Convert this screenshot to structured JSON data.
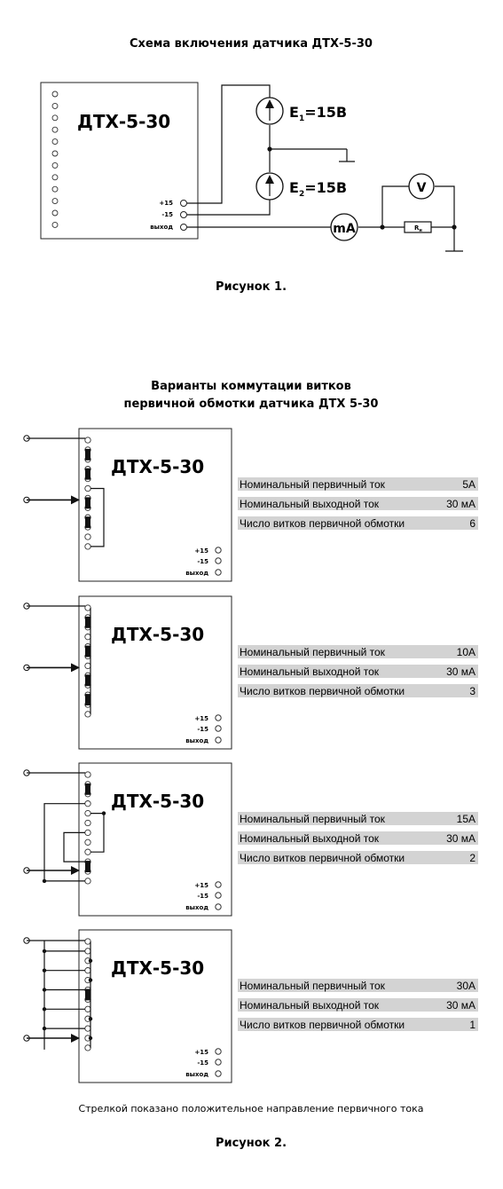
{
  "figure1": {
    "title": "Схема включения датчика ДТХ-5-30",
    "device_label": "ДТХ-5-30",
    "pins": {
      "plus15": "+15",
      "minus15": "-15",
      "output": "выход"
    },
    "sources": [
      {
        "letter": "E",
        "index": "1",
        "value": "=15В"
      },
      {
        "letter": "E",
        "index": "2",
        "value": "=15В"
      }
    ],
    "ammeter_label": "mA",
    "voltmeter_label": "V",
    "resistor": {
      "letter": "R",
      "index": "н"
    },
    "caption": "Рисунок 1."
  },
  "figure2": {
    "title_line1": "Варианты коммутации витков",
    "title_line2": "первичной обмотки датчика ДТХ 5-30",
    "device_label": "ДТХ-5-30",
    "pins": {
      "plus15": "+15",
      "minus15": "-15",
      "output": "выход"
    },
    "row_labels": {
      "primary_current": "Номинальный первичный ток",
      "output_current": "Номинальный выходной ток",
      "turns": "Число витков первичной обмотки"
    },
    "variants": [
      {
        "primary_current": "5А",
        "output_current": "30 мА",
        "turns": "6"
      },
      {
        "primary_current": "10А",
        "output_current": "30 мА",
        "turns": "3"
      },
      {
        "primary_current": "15А",
        "output_current": "30 мА",
        "turns": "2"
      },
      {
        "primary_current": "30А",
        "output_current": "30 мА",
        "turns": "1"
      }
    ],
    "note": "Стрелкой показано положительное направление первичного тока",
    "caption": "Рисунок 2."
  }
}
